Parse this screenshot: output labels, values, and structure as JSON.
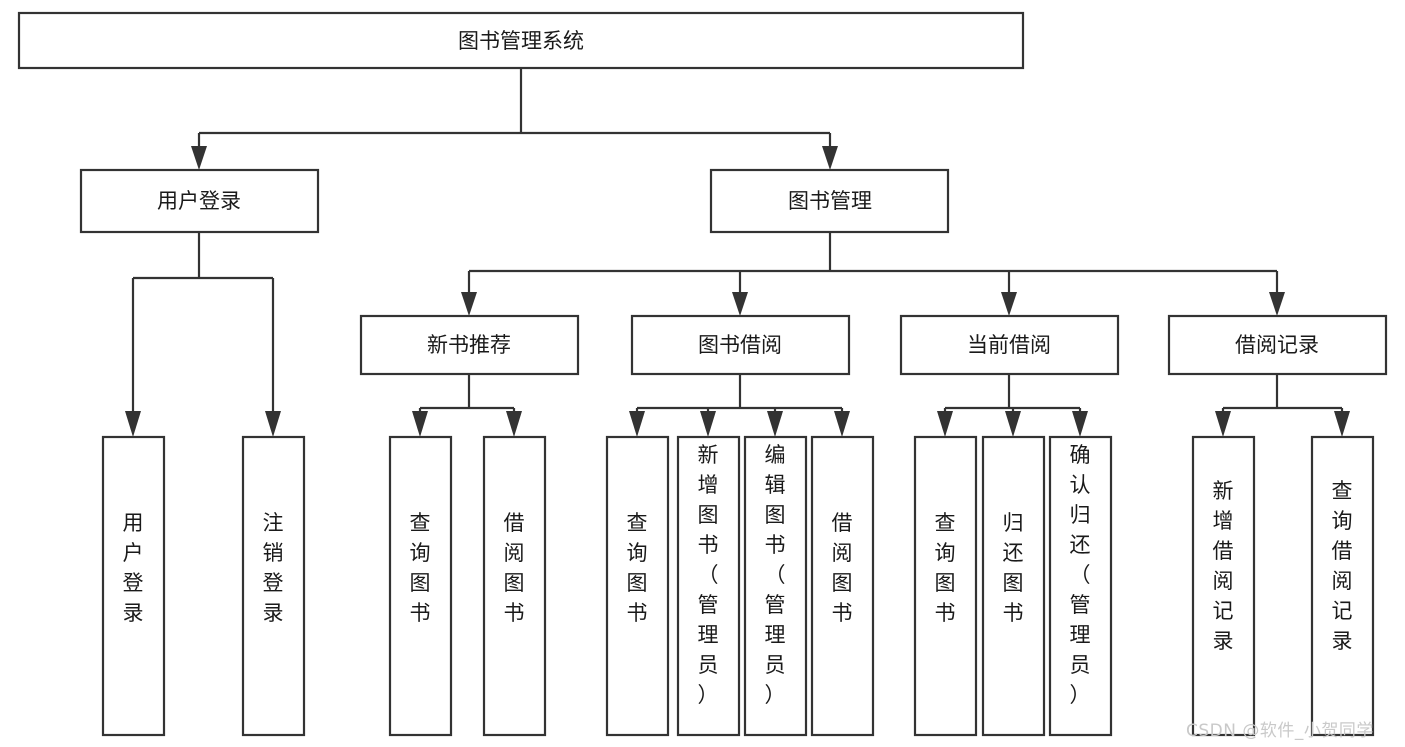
{
  "diagram": {
    "type": "tree",
    "title": "图书管理系统",
    "watermark": "CSDN @软件_小贺同学",
    "colors": {
      "stroke": "#333333",
      "fill": "#ffffff",
      "text": "#1a1a1a",
      "watermark": "#c9c9c9",
      "background": "#ffffff"
    },
    "nodes": {
      "root": {
        "label": "图书管理系统",
        "level": 1,
        "orientation": "horizontal"
      },
      "l2_1": {
        "label": "用户登录",
        "level": 2,
        "orientation": "horizontal"
      },
      "l2_2": {
        "label": "图书管理",
        "level": 2,
        "orientation": "horizontal"
      },
      "l3_1": {
        "label": "新书推荐",
        "level": 3,
        "orientation": "horizontal"
      },
      "l3_2": {
        "label": "图书借阅",
        "level": 3,
        "orientation": "horizontal"
      },
      "l3_3": {
        "label": "当前借阅",
        "level": 3,
        "orientation": "horizontal"
      },
      "l3_4": {
        "label": "借阅记录",
        "level": 3,
        "orientation": "horizontal"
      },
      "leaf_1": {
        "label": "用户登录",
        "level": 4,
        "orientation": "vertical",
        "parent": "用户登录"
      },
      "leaf_2": {
        "label": "注销登录",
        "level": 4,
        "orientation": "vertical",
        "parent": "用户登录"
      },
      "leaf_3": {
        "label": "查询图书",
        "level": 4,
        "orientation": "vertical",
        "parent": "新书推荐"
      },
      "leaf_4": {
        "label": "借阅图书",
        "level": 4,
        "orientation": "vertical",
        "parent": "新书推荐"
      },
      "leaf_5": {
        "label": "查询图书",
        "level": 4,
        "orientation": "vertical",
        "parent": "图书借阅"
      },
      "leaf_6": {
        "label": "新增图书（管理员）",
        "level": 4,
        "orientation": "vertical",
        "parent": "图书借阅"
      },
      "leaf_7": {
        "label": "编辑图书（管理员）",
        "level": 4,
        "orientation": "vertical",
        "parent": "图书借阅"
      },
      "leaf_8": {
        "label": "借阅图书",
        "level": 4,
        "orientation": "vertical",
        "parent": "图书借阅"
      },
      "leaf_9": {
        "label": "查询图书",
        "level": 4,
        "orientation": "vertical",
        "parent": "当前借阅"
      },
      "leaf_10": {
        "label": "归还图书",
        "level": 4,
        "orientation": "vertical",
        "parent": "当前借阅"
      },
      "leaf_11": {
        "label": "确认归还（管理员）",
        "level": 4,
        "orientation": "vertical",
        "parent": "当前借阅"
      },
      "leaf_12": {
        "label": "新增借阅记录",
        "level": 4,
        "orientation": "vertical",
        "parent": "借阅记录"
      },
      "leaf_13": {
        "label": "查询借阅记录",
        "level": 4,
        "orientation": "vertical",
        "parent": "借阅记录"
      }
    }
  }
}
